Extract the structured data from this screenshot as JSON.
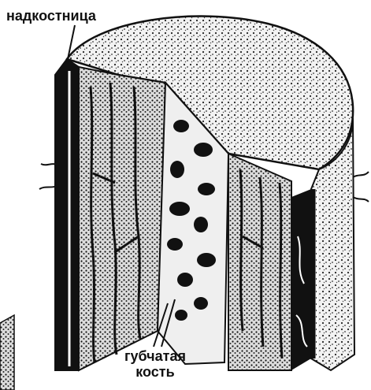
{
  "labels": {
    "periosteum": "надкостница",
    "spongy_bone_line1": "губчатая",
    "spongy_bone_line2": "кость"
  }
}
